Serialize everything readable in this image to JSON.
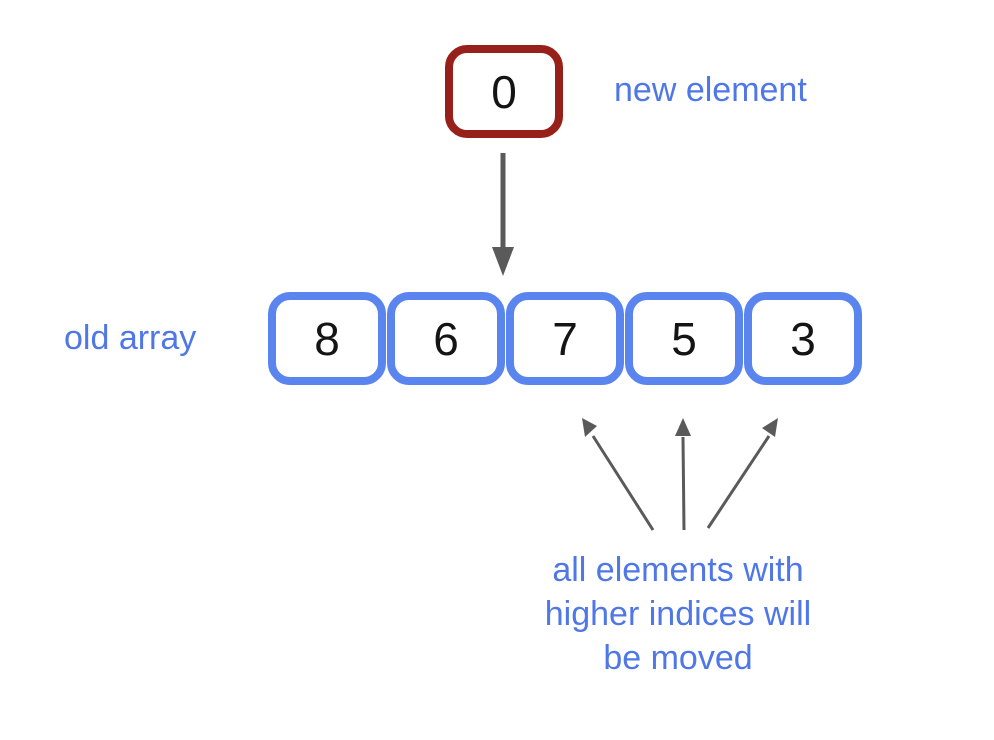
{
  "diagram": {
    "new_element": {
      "value": "0",
      "label": "new element"
    },
    "old_array": {
      "label": "old array",
      "values": [
        "8",
        "6",
        "7",
        "5",
        "3"
      ]
    },
    "note_lines": [
      "all elements with",
      "higher indices will",
      "be moved"
    ]
  },
  "icons": {
    "insert_arrow": "down-arrow",
    "shift_arrow": "up-arrow"
  },
  "colors": {
    "new_element_border": "#97211A",
    "array_box_border": "#5B85EE",
    "label_text": "#4F77E7",
    "value_text": "#141414",
    "arrow": "#5A5A5A",
    "background": "#FFFFFF"
  }
}
